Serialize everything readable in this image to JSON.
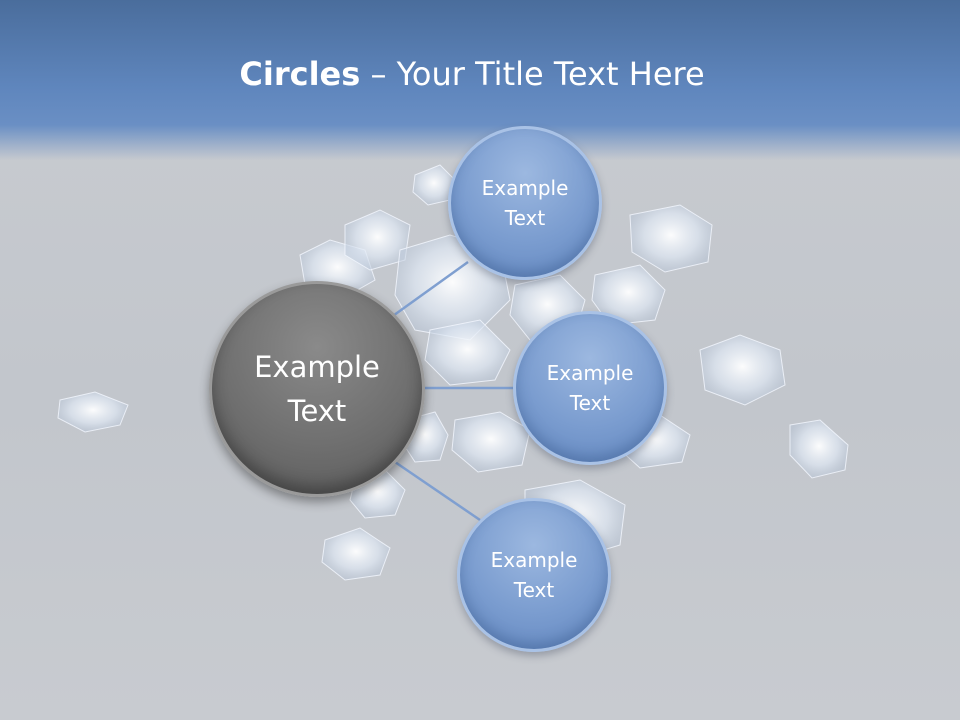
{
  "slide": {
    "title_bold": "Circles",
    "title_rest": " – Your Title Text Here"
  },
  "center_circle": {
    "label": "Example\nText"
  },
  "branches": [
    {
      "label": "Example\nText"
    },
    {
      "label": "Example\nText"
    },
    {
      "label": "Example\nText"
    }
  ],
  "colors": {
    "header": "#5f86bd",
    "branch_circle": "#7a9ccf",
    "center_circle": "#6f6f6f",
    "connector": "#7f9fd0",
    "background": "#c5c8cd"
  }
}
